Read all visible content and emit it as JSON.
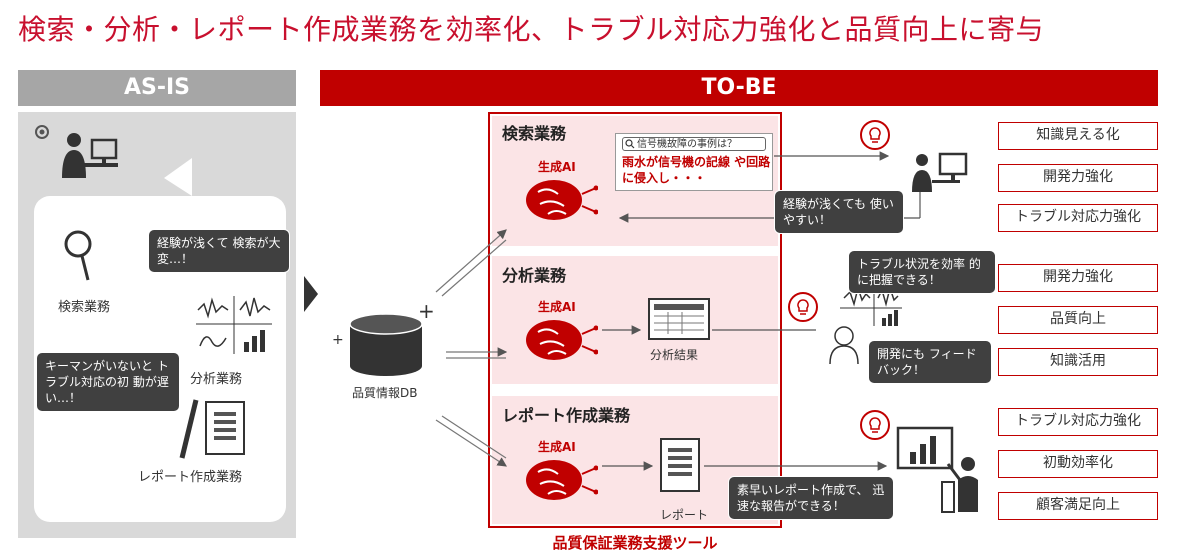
{
  "title": "検索・分析・レポート作成業務を効率化、トラブル対応力強化と品質向上に寄与",
  "asis": {
    "header": "AS-IS",
    "search_bubble": "経験が浅くて 検索が大変…！",
    "search_label": "検索業務",
    "keyman_bubble": "キーマンがいないと トラブル対応の初 動が遅い…！",
    "analysis_label": "分析業務",
    "report_label": "レポート作成業務"
  },
  "tobe": {
    "header": "TO-BE",
    "db_label": "品質情報DB",
    "tool_caption": "品質保証業務支援ツール",
    "ai_label": "生成AI",
    "search": {
      "title": "検索業務",
      "query": "信号機故障の事例は？",
      "answer": "雨水が信号機の記線 や回路に侵入し・・・",
      "bubble": "経験が浅くても 使いやすい！",
      "effects": [
        "知識見える化",
        "開発力強化",
        "トラブル対応力強化"
      ]
    },
    "analysis": {
      "title": "分析業務",
      "result_label": "分析結果",
      "bubble_top": "トラブル状況を効率 的に把握できる！",
      "bubble_bottom": "開発にも フィードバック！",
      "effects": [
        "開発力強化",
        "品質向上",
        "知識活用"
      ]
    },
    "report": {
      "title": "レポート作成業務",
      "doc_label": "レポート",
      "bubble": "素早いレポート作成で、 迅速な報告ができる！",
      "effects": [
        "トラブル対応力強化",
        "初動効率化",
        "顧客満足向上"
      ]
    }
  },
  "colors": {
    "accent": "#c00000",
    "title": "#c8102e",
    "asis": "#a6a6a6",
    "section_bg": "#fbe4e6"
  }
}
